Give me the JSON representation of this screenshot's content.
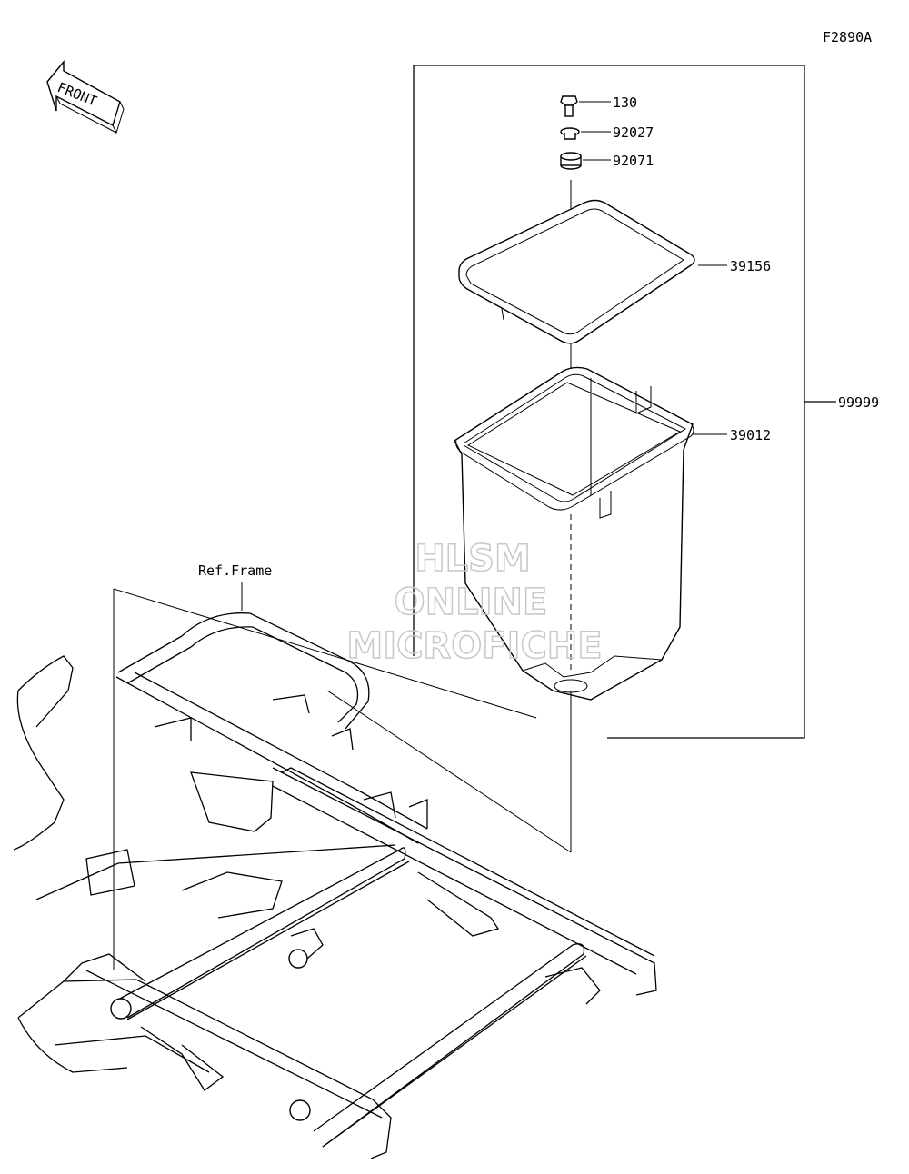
{
  "figure_code": "F2890A",
  "front_arrow_text": "FRONT",
  "callouts": {
    "p130": "130",
    "p92027": "92027",
    "p92071": "92071",
    "p39156": "39156",
    "p39012": "39012",
    "p99999": "99999"
  },
  "reference_label": "Ref.Frame",
  "watermark": {
    "line1": "HLSM",
    "line2": "ONLINE",
    "line3": "MICROFICHE"
  }
}
